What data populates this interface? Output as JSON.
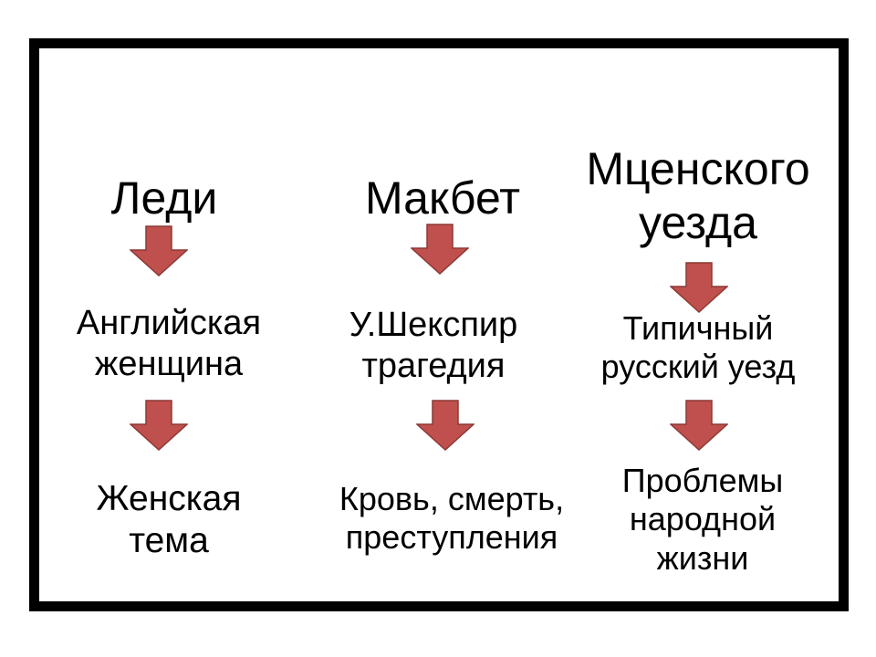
{
  "columns": [
    {
      "title": "Леди",
      "middle": "Английская\nженщина",
      "bottom": "Женская\nтема"
    },
    {
      "title": "Макбет",
      "middle": "У.Шекспир\nтрагедия",
      "bottom": "Кровь, смерть,\nпреступления"
    },
    {
      "title": "Мценского\nуезда",
      "middle": "Типичный\nрусский уезд",
      "bottom": "Проблемы\nнародной\nжизни"
    }
  ],
  "colors": {
    "arrow_fill": "#C0504D",
    "arrow_stroke": "#8C3836",
    "frame": "#000000"
  }
}
